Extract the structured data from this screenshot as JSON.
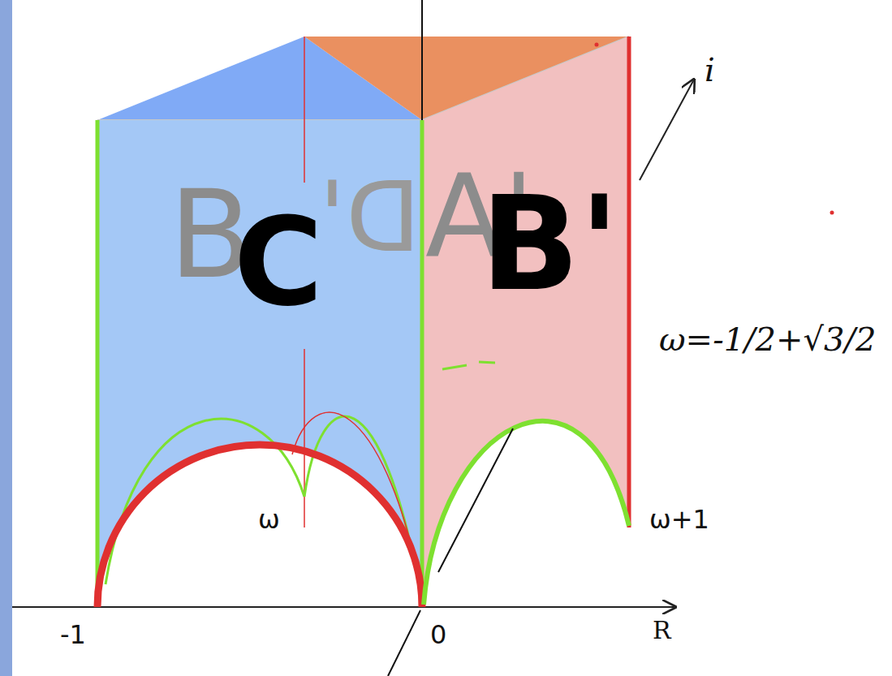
{
  "diagram": {
    "nodes": [
      {
        "text": [
          "B",
          "C",
          "D'"
        ]
      },
      {
        "text": [
          "A'",
          "B'"
        ]
      }
    ],
    "labels": [
      "i",
      "ω=-1/2+√3/2",
      "ω",
      "ω+1",
      "-1",
      "0",
      "R"
    ]
  }
}
